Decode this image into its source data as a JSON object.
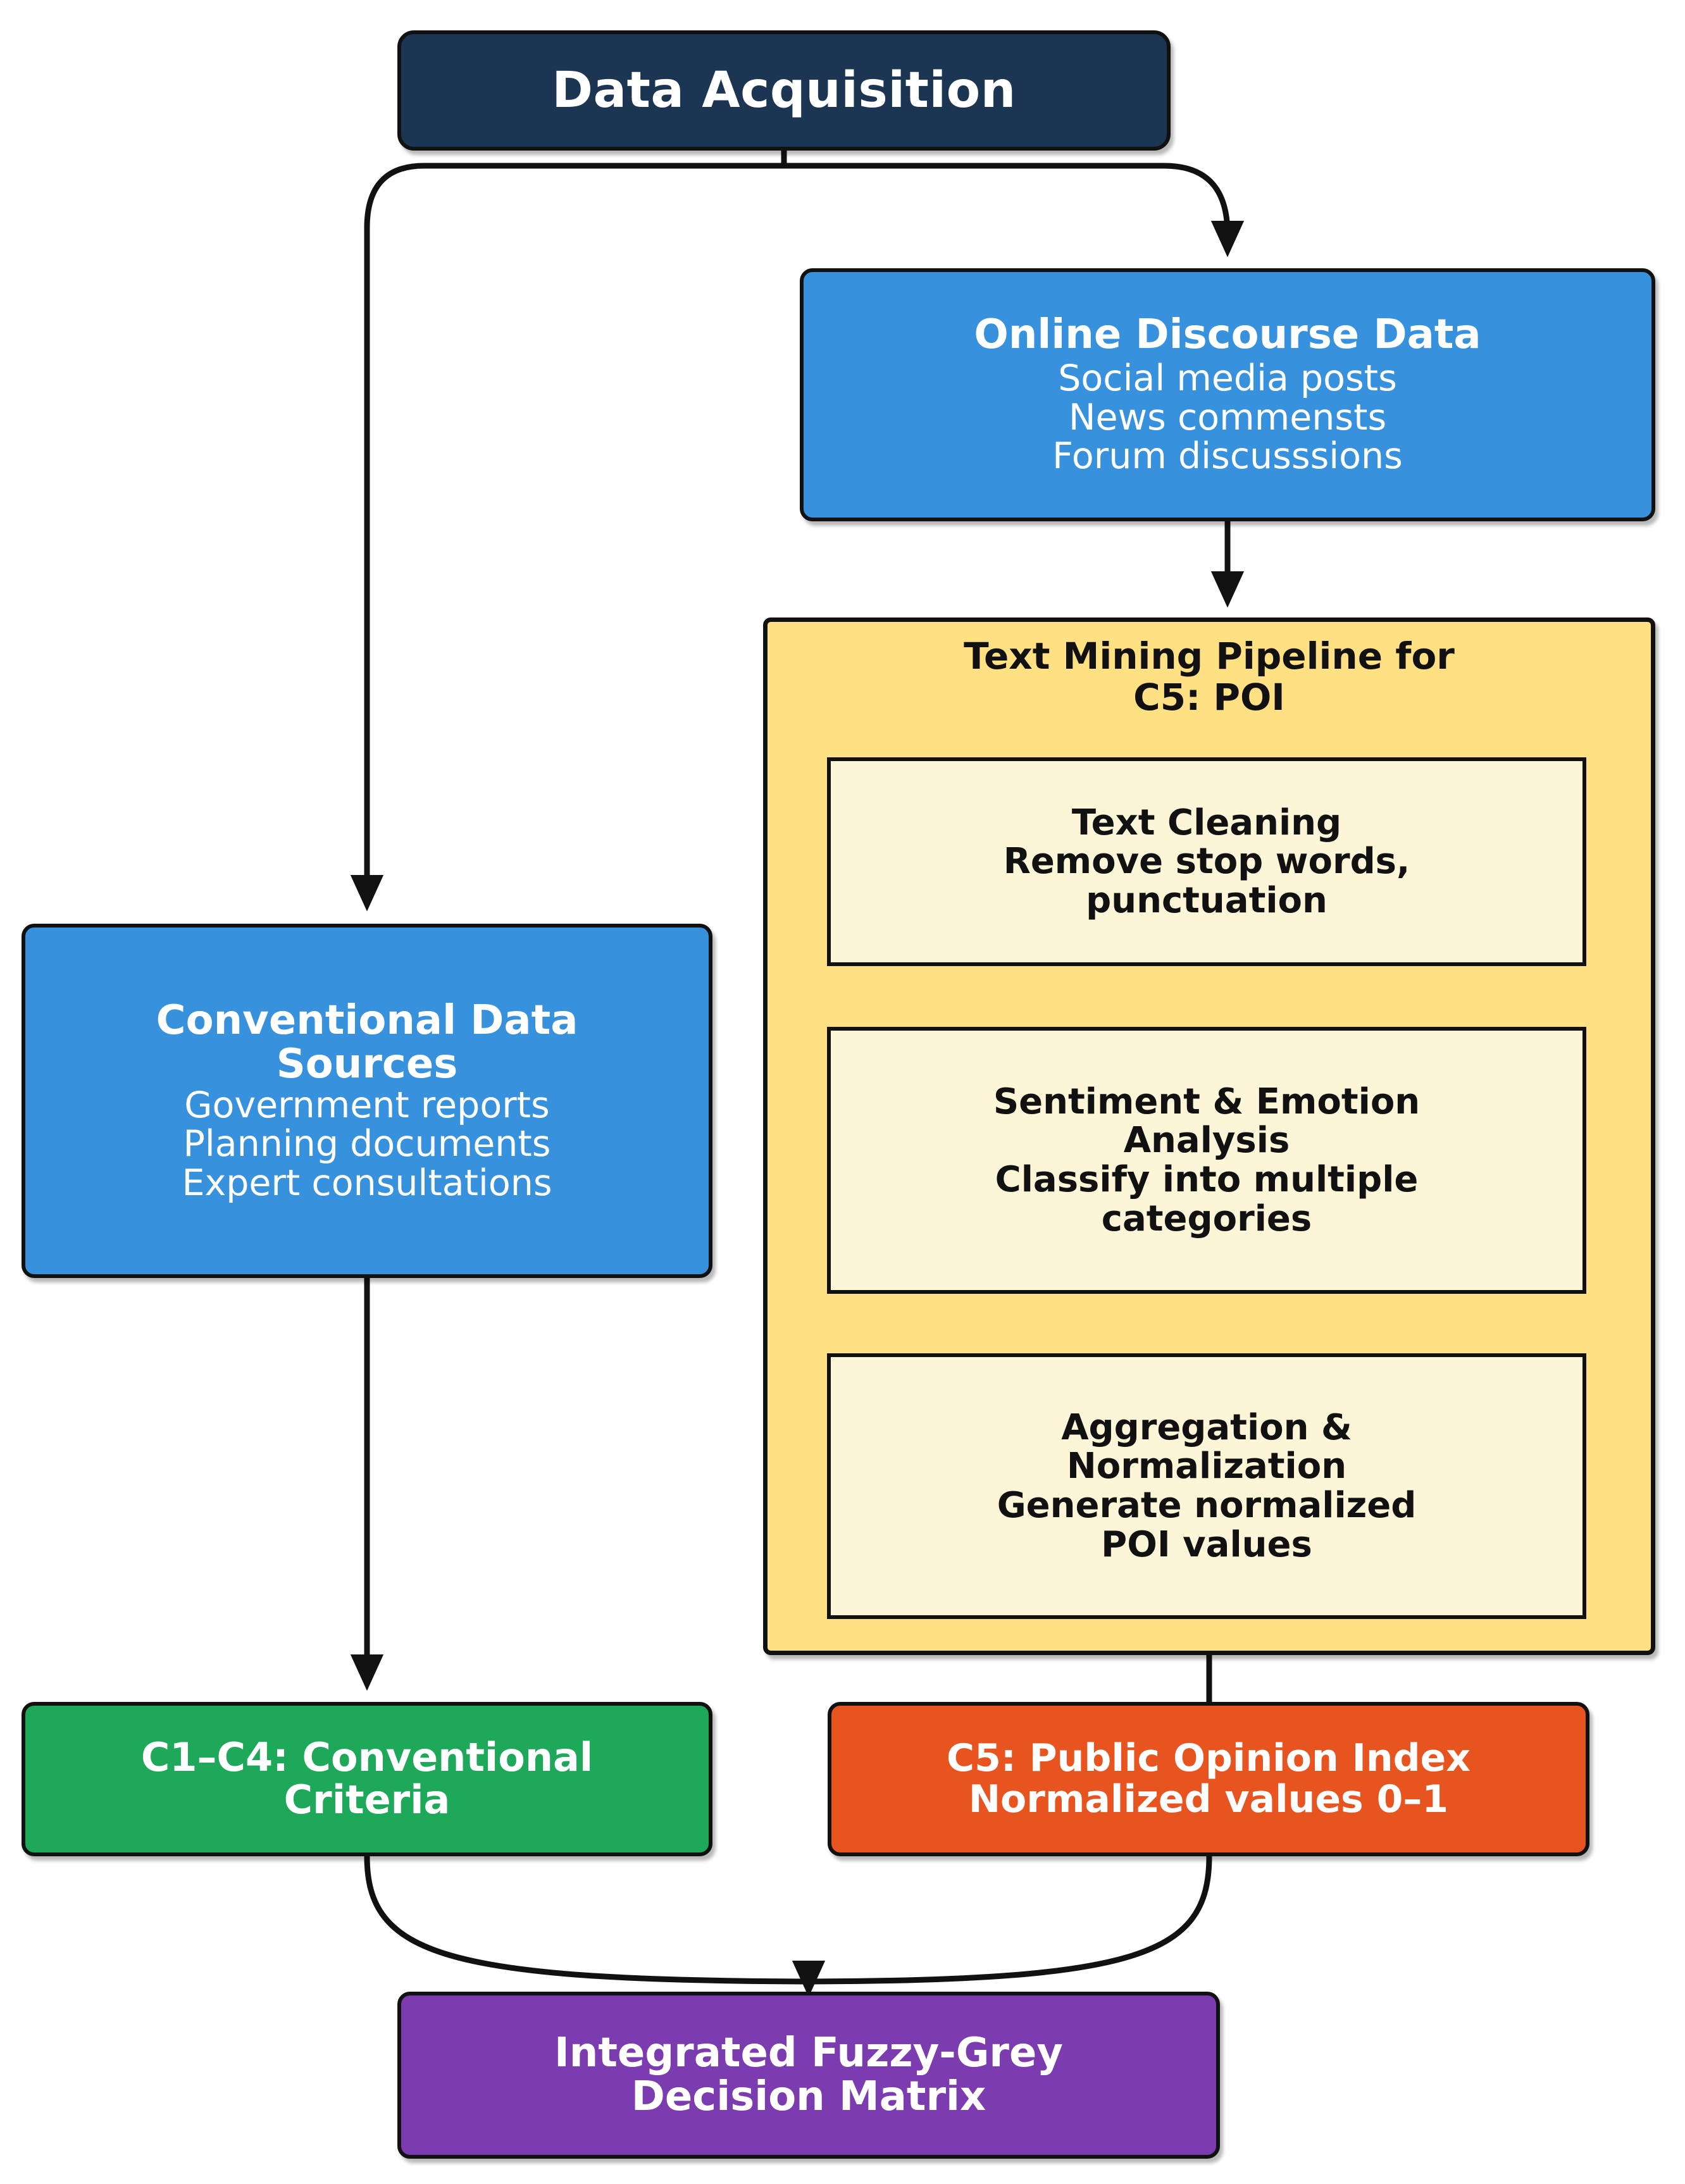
{
  "diagram": {
    "type": "flowchart",
    "orientation": "top-down",
    "colors": {
      "navy": "#1B3553",
      "blue": "#3891DC",
      "yellow": "#FFE082",
      "cream": "#FCF5D8",
      "green": "#1DA85A",
      "orange": "#E8541F",
      "purple": "#7B3CAF",
      "edge": "#111111",
      "text_light": "#FFFFFF",
      "text_dark": "#111111"
    },
    "nodes": {
      "data_acquisition": {
        "title": "Data Acquisition"
      },
      "online_discourse": {
        "title": "Online Discourse Data",
        "lines": [
          "Social media posts",
          "News commensts",
          "Forum discusssions"
        ]
      },
      "conventional_sources": {
        "title_line1": "Conventional Data",
        "title_line2": "Sources",
        "lines": [
          "Government reports",
          "Planning documents",
          "Expert consultations"
        ]
      },
      "text_mining_pipeline": {
        "title_line1": "Text Mining Pipeline for",
        "title_line2": "C5: POI",
        "steps": [
          {
            "title": "Text Cleaning",
            "detail_line1": "Remove stop words,",
            "detail_line2": "punctuation"
          },
          {
            "title_line1": "Sentiment & Emotion",
            "title_line2": "Analysis",
            "detail_line1": "Classify into multiple",
            "detail_line2": "categories"
          },
          {
            "title_line1": "Aggregation &",
            "title_line2": "Normalization",
            "detail_line1": "Generate normalized",
            "detail_line2": "POI values"
          }
        ]
      },
      "conventional_criteria": {
        "title_line1": "C1–C4: Conventional",
        "title_line2": "Criteria"
      },
      "public_opinion_index": {
        "title": "C5: Public Opinion Index",
        "detail": "Normalized values 0–1"
      },
      "decision_matrix": {
        "title_line1": "Integrated Fuzzy-Grey",
        "title_line2": "Decision Matrix"
      }
    },
    "edges": [
      {
        "from": "data_acquisition",
        "to": "conventional_sources",
        "style": "curved-branch-left"
      },
      {
        "from": "data_acquisition",
        "to": "online_discourse",
        "style": "curved-branch-right"
      },
      {
        "from": "online_discourse",
        "to": "text_mining_pipeline",
        "style": "straight-down"
      },
      {
        "from": "text_cleaning",
        "to": "sentiment_analysis",
        "style": "straight-down"
      },
      {
        "from": "sentiment_analysis",
        "to": "aggregation",
        "style": "straight-down"
      },
      {
        "from": "conventional_sources",
        "to": "conventional_criteria",
        "style": "straight-down"
      },
      {
        "from": "text_mining_pipeline",
        "to": "public_opinion_index",
        "style": "straight-down"
      },
      {
        "from": "conventional_criteria",
        "to": "decision_matrix",
        "style": "curved-merge-left"
      },
      {
        "from": "public_opinion_index",
        "to": "decision_matrix",
        "style": "curved-merge-right"
      }
    ]
  }
}
